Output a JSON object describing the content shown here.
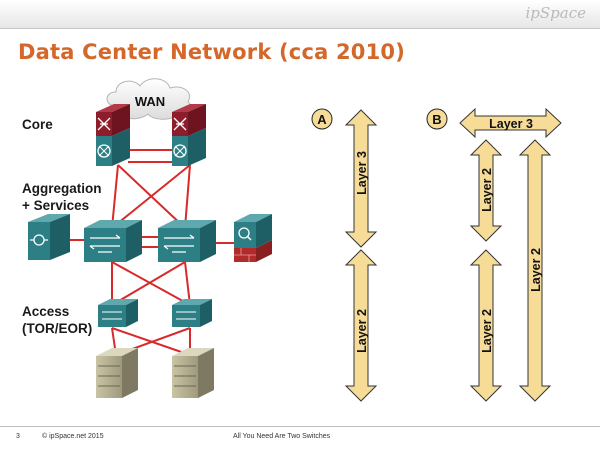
{
  "header": {
    "brand": "ipSpace",
    "title": "Data Center Network (cca 2010)"
  },
  "diagram": {
    "labels": {
      "core": "Core",
      "aggregation": "Aggregation",
      "services": "+ Services",
      "access": "Access",
      "tor_eor": "(TOR/EOR)",
      "wan": "WAN"
    },
    "option_a": {
      "badge": "A",
      "upper_arrow": "Layer 3",
      "lower_arrow": "Layer 2"
    },
    "option_b": {
      "badge": "B",
      "top_arrow": "Layer 3",
      "upper_arrow": "Layer 2",
      "lower_arrow": "Layer 2",
      "tall_arrow": "Layer 2"
    },
    "colors": {
      "title": "#d4672a",
      "switch_face": "#2d7f86",
      "router_top": "#8e1d2b",
      "arrow_fill": "#f7dc98",
      "link": "#d82a2a"
    }
  },
  "footer": {
    "page": "3",
    "copyright": "© ipSpace.net 2015",
    "deck": "All You Need Are Two Switches"
  }
}
